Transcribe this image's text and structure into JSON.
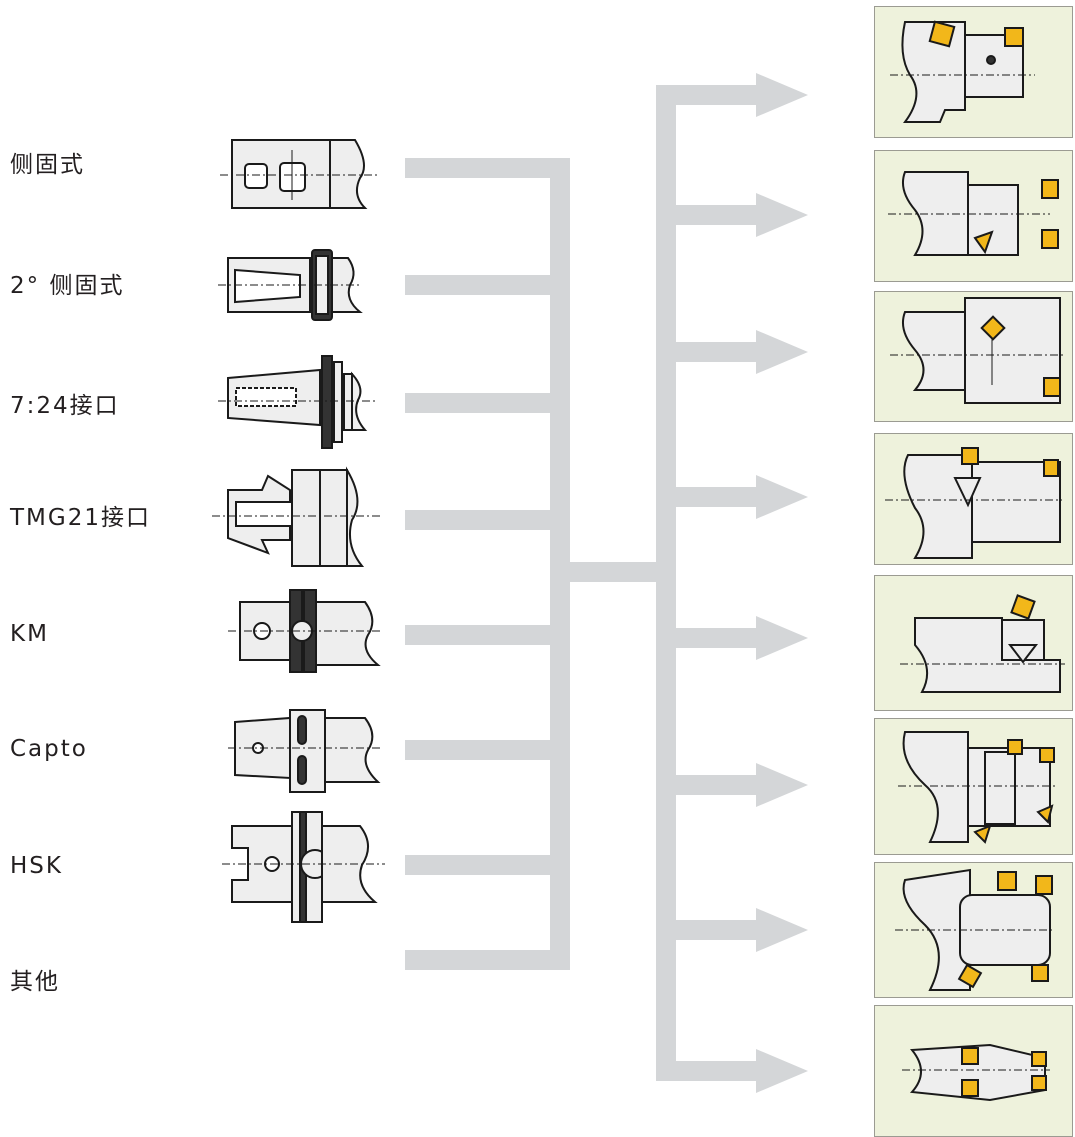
{
  "interfaces": [
    {
      "id": "side-lock",
      "label": "侧固式"
    },
    {
      "id": "2deg-side-lock",
      "label": "2° 侧固式"
    },
    {
      "id": "7-24",
      "label": "7:24接口"
    },
    {
      "id": "tmg21",
      "label": "TMG21接口"
    },
    {
      "id": "km",
      "label": "KM"
    },
    {
      "id": "capto",
      "label": "Capto"
    },
    {
      "id": "hsk",
      "label": "HSK"
    },
    {
      "id": "other",
      "label": "其他"
    }
  ],
  "heads": [
    {
      "id": "head-1"
    },
    {
      "id": "head-2"
    },
    {
      "id": "head-3"
    },
    {
      "id": "head-4"
    },
    {
      "id": "head-5"
    },
    {
      "id": "head-6"
    },
    {
      "id": "head-7"
    },
    {
      "id": "head-8"
    }
  ],
  "colors": {
    "connector": "#d4d6d8",
    "panel_bg": "#eef2dc",
    "part_fill": "#eeeeee",
    "stroke": "#1a1a1a",
    "insert": "#f2b71a"
  }
}
